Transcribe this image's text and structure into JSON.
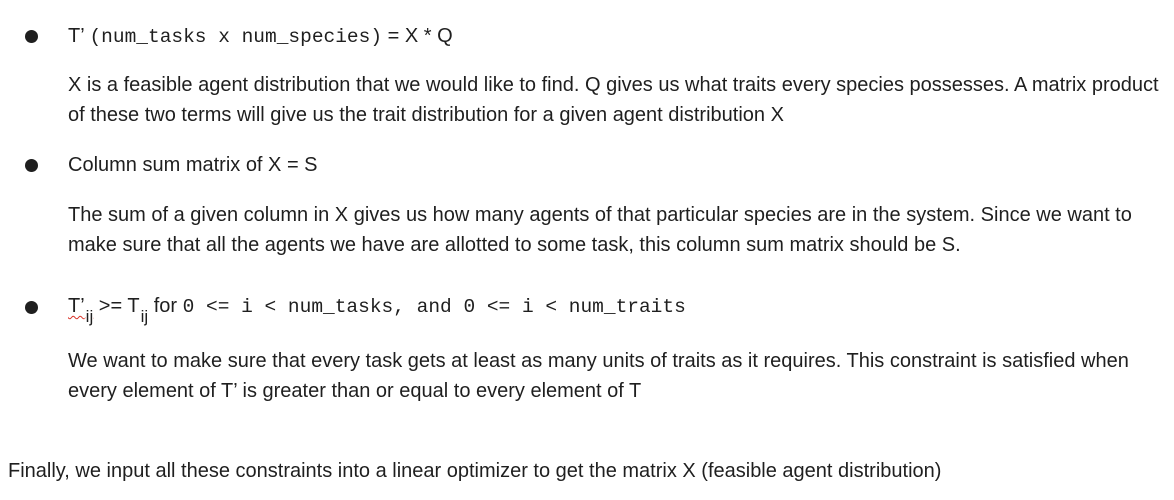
{
  "items": [
    {
      "heading": {
        "prefix": "T’ ",
        "code": "(num_tasks x num_species)",
        "rest": " = X * Q"
      },
      "paragraph": "X is a feasible agent distribution that we would like to find. Q gives us what traits every species possesses. A matrix product of these two terms will give us the trait distribution for a given agent distribution X"
    },
    {
      "heading": {
        "text": "Column sum matrix of X = S"
      },
      "paragraph": "The sum of a given column in X gives us how many agents of that particular species are in the system. Since we want to make sure that all the agents we have are allotted to some task,  this column sum matrix should be S."
    },
    {
      "heading": {
        "lhs": "T’",
        "lhs_sub": "ij",
        "op": " >= ",
        "rhs": "T",
        "rhs_sub": "ij",
        "for_text": " for ",
        "code": "0 <= i < num_tasks, and 0 <= i < num_traits"
      },
      "paragraph": "We want to make sure that every task gets at least as many units of traits as it requires. This constraint is satisfied when every element of T’ is greater than or equal to every element of T"
    }
  ],
  "conclusion": "Finally, we input all these constraints into a linear optimizer to get the matrix X (feasible agent distribution)"
}
